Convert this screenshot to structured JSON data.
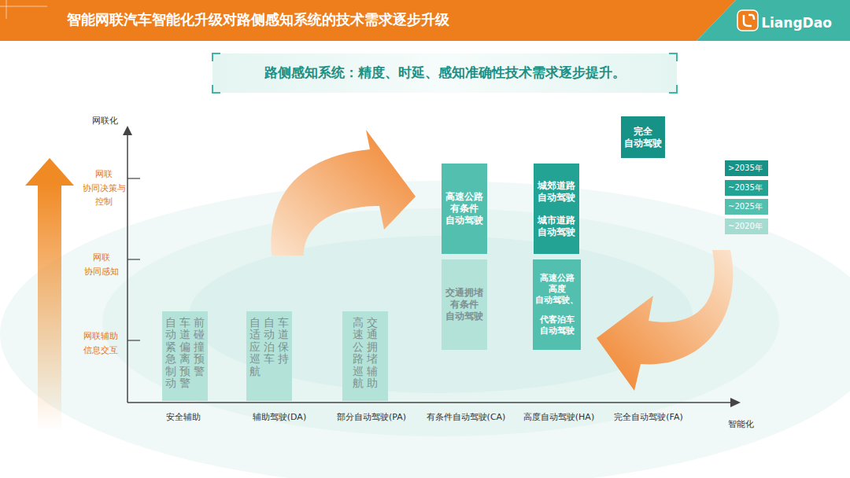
{
  "diagram": {
    "title": "智能网联汽车智能化升级对路侧感知系统的技术需求逐步升级",
    "nodes": [
      {
        "text": [
          "路侧感知系统：精度、时延、感知准确性技术需求逐步提升。"
        ]
      },
      {
        "text": [
          "前碰撞预警",
          "车道偏离预警",
          "自动紧急制动"
        ]
      },
      {
        "text": [
          "车道保持",
          "自动泊车",
          "自适应巡航"
        ]
      },
      {
        "text": [
          "交通拥堵辅助",
          "高速公路巡航"
        ]
      },
      {
        "text": [
          "高速公路 有条件 自动驾驶"
        ]
      },
      {
        "text": [
          "交通拥堵 有条件 自动驾驶"
        ]
      },
      {
        "text": [
          "城郊道路 自动驾驶",
          "城市道路 自动驾驶"
        ]
      },
      {
        "text": [
          "高速公路 高度 自动驾驶、",
          "代客泊车 自动驾驶"
        ]
      },
      {
        "text": [
          "完全 自动驾驶"
        ]
      }
    ],
    "labels": [
      "LiangDao",
      "网联化",
      "网联 协同决策与 控制",
      "网联 协同感知",
      "网联辅助 信息交互",
      "安全辅助",
      "辅助驾驶(DA)",
      "部分自动驾驶(PA)",
      "有条件自动驾驶(CA)",
      "高度自动驾驶(HA)",
      "完全自动驾驶(FA)",
      "智能化"
    ],
    "legend": [
      {
        "text": ">2035年",
        "color": "#169287"
      },
      {
        "text": "~2035年",
        "color": "#22a394"
      },
      {
        "text": "~2025年",
        "color": "#52bfaf"
      },
      {
        "text": "~2020年",
        "color": "#a5dcd2"
      }
    ]
  }
}
